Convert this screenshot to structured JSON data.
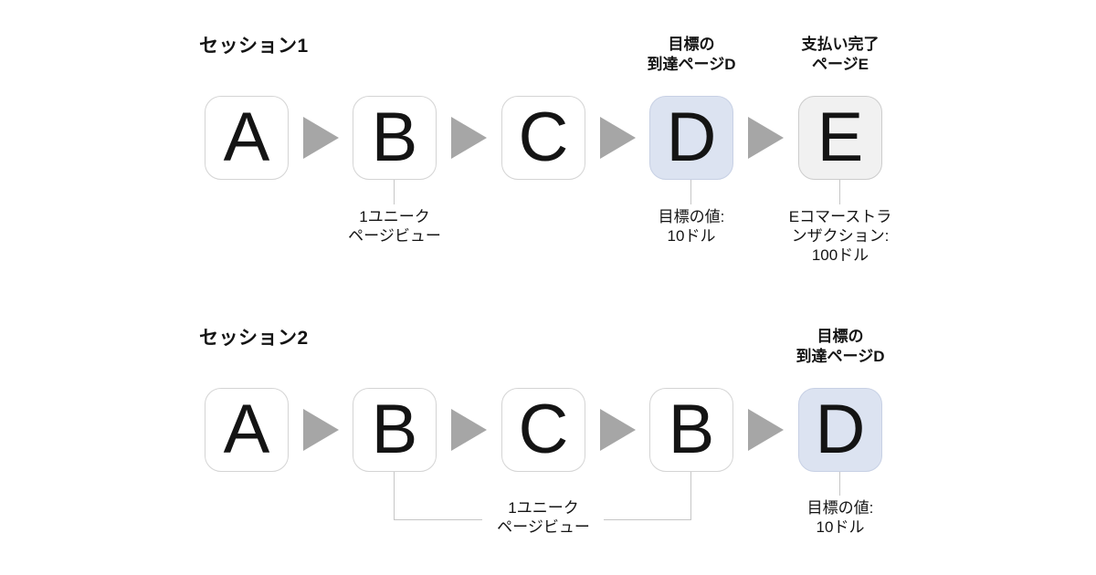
{
  "diagram": {
    "sessions": [
      {
        "title": "セッション1",
        "boxes": [
          {
            "letter": "A",
            "type": "page"
          },
          {
            "letter": "B",
            "type": "page"
          },
          {
            "letter": "C",
            "type": "page"
          },
          {
            "letter": "D",
            "type": "goal"
          },
          {
            "letter": "E",
            "type": "payment"
          }
        ],
        "top_labels": [
          {
            "target": "D",
            "line1": "目標の",
            "line2": "到達ページD"
          },
          {
            "target": "E",
            "line1": "支払い完了",
            "line2": "ページE"
          }
        ],
        "captions": [
          {
            "target": "B",
            "line1": "1ユニーク",
            "line2": "ページビュー"
          },
          {
            "target": "D",
            "line1": "目標の値:",
            "line2": "10ドル"
          },
          {
            "target": "E",
            "line1": "Eコマーストラ",
            "line2": "ンザクション:",
            "line3": "100ドル"
          }
        ]
      },
      {
        "title": "セッション2",
        "boxes": [
          {
            "letter": "A",
            "type": "page"
          },
          {
            "letter": "B",
            "type": "page"
          },
          {
            "letter": "C",
            "type": "page"
          },
          {
            "letter": "B",
            "type": "page"
          },
          {
            "letter": "D",
            "type": "goal"
          }
        ],
        "top_labels": [
          {
            "target": "D",
            "line1": "目標の",
            "line2": "到達ページD"
          }
        ],
        "captions": [
          {
            "target": "B,B",
            "line1": "1ユニーク",
            "line2": "ページビュー"
          },
          {
            "target": "D",
            "line1": "目標の値:",
            "line2": "10ドル"
          }
        ]
      }
    ]
  },
  "colors": {
    "page_box_fill": "#ffffff",
    "page_box_border": "#d4d4d4",
    "goal_box_fill": "#dce3f1",
    "goal_box_border": "#c7d0e4",
    "payment_box_fill": "#f1f1f1",
    "payment_box_border": "#cccccc",
    "arrow": "#a6a6a6",
    "connector": "#c6c6c6",
    "text": "#141414"
  }
}
